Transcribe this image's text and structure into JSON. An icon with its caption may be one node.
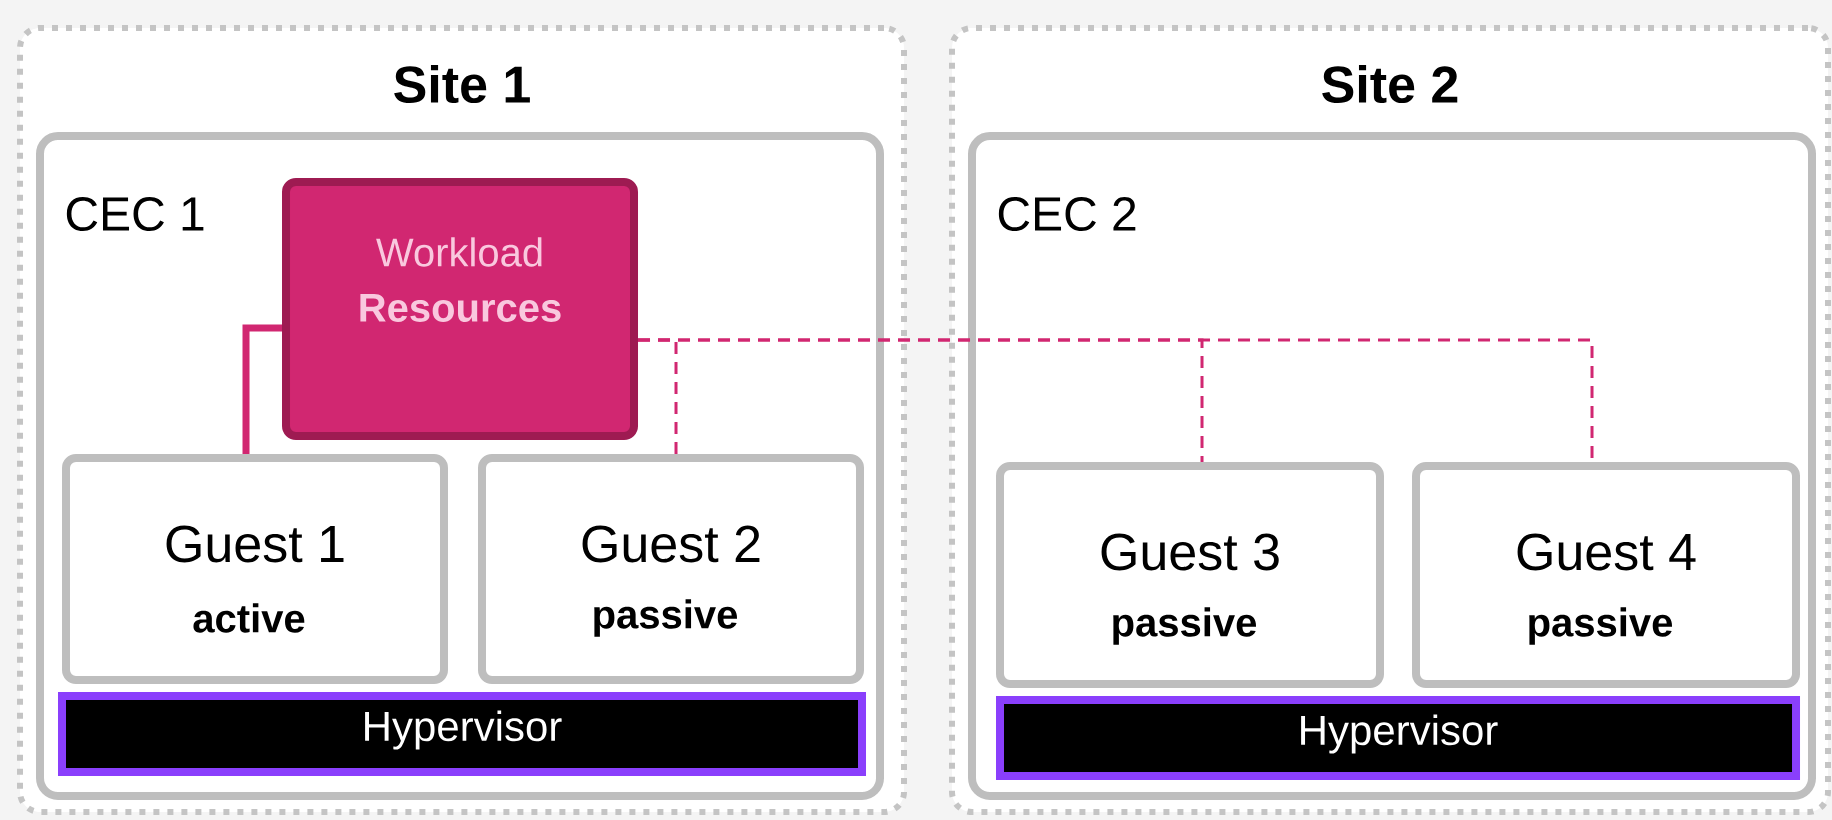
{
  "diagram": {
    "nodes": [
      {
        "text": [
          "Site 1"
        ]
      },
      {
        "text": [
          "CEC 1"
        ],
        "in": 0
      },
      {
        "text": [
          "Workload",
          "Resources"
        ],
        "in": 1
      },
      {
        "text": [
          "Guest 1",
          "active"
        ],
        "in": 1
      },
      {
        "text": [
          "Guest 2",
          "passive"
        ],
        "in": 1
      },
      {
        "text": [
          "Hypervisor"
        ],
        "in": 1
      },
      {
        "text": [
          "Site 2"
        ]
      },
      {
        "text": [
          "CEC 2"
        ],
        "in": 6
      },
      {
        "text": [
          "Guest 3",
          "passive"
        ],
        "in": 7
      },
      {
        "text": [
          "Guest 4",
          "passive"
        ],
        "in": 7
      },
      {
        "text": [
          "Hypervisor"
        ],
        "in": 7
      }
    ],
    "edges": [
      {
        "from": 2,
        "to": 3,
        "arrow": "none",
        "style": "thick"
      },
      {
        "from": 2,
        "to": 4,
        "arrow": "none",
        "style": "dashed"
      },
      {
        "from": 2,
        "to": 8,
        "arrow": "none",
        "style": "dashed"
      },
      {
        "from": 2,
        "to": 9,
        "arrow": "none",
        "style": "dashed"
      }
    ]
  }
}
